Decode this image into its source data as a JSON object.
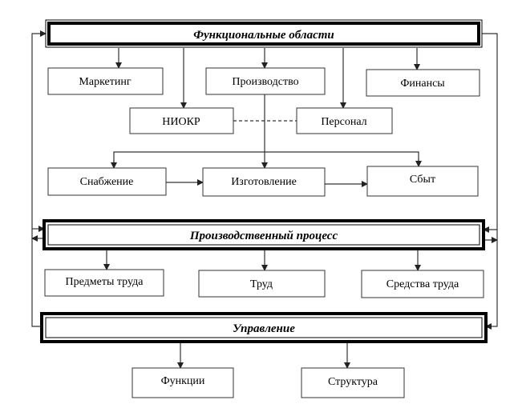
{
  "headers": {
    "functional": "Функциональные области",
    "production": "Производственный процесс",
    "management": "Управление"
  },
  "functional_areas": {
    "marketing": "Маркетинг",
    "production": "Производство",
    "finance": "Финансы",
    "rnd": "НИОКР",
    "personnel": "Персонал"
  },
  "process_steps": {
    "supply": "Снабжение",
    "manufacturing": "Изготовление",
    "sales": "Сбыт"
  },
  "process_elements": {
    "objects": "Предметы труда",
    "labor": "Труд",
    "means": "Средства труда"
  },
  "management_items": {
    "functions": "Функции",
    "structure": "Структура"
  }
}
